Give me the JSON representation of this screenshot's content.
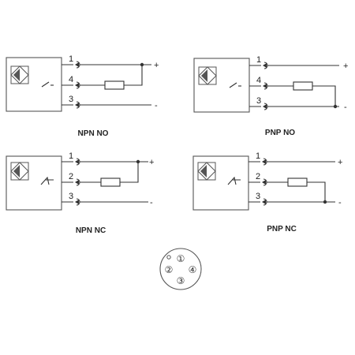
{
  "diagrams": [
    {
      "id": "npn-no",
      "caption": "NPN NO",
      "pins": [
        "1",
        "4",
        "3"
      ],
      "rails": [
        "+",
        "-"
      ],
      "switch": "no",
      "load": "pin1"
    },
    {
      "id": "pnp-no",
      "caption": "PNP NO",
      "pins": [
        "1",
        "4",
        "3"
      ],
      "rails": [
        "+",
        "-"
      ],
      "switch": "no",
      "load": "pin3"
    },
    {
      "id": "npn-nc",
      "caption": "NPN NC",
      "pins": [
        "1",
        "2",
        "3"
      ],
      "rails": [
        "+",
        "-"
      ],
      "switch": "nc",
      "load": "pin1"
    },
    {
      "id": "pnp-nc",
      "caption": "PNP NC",
      "pins": [
        "1",
        "2",
        "3"
      ],
      "rails": [
        "+",
        "-"
      ],
      "switch": "nc",
      "load": "pin3"
    }
  ],
  "connector": {
    "pins": [
      "①",
      "②",
      "③",
      "④"
    ]
  },
  "colors": {
    "line": "#333333",
    "box": "#555555",
    "text": "#222222"
  }
}
